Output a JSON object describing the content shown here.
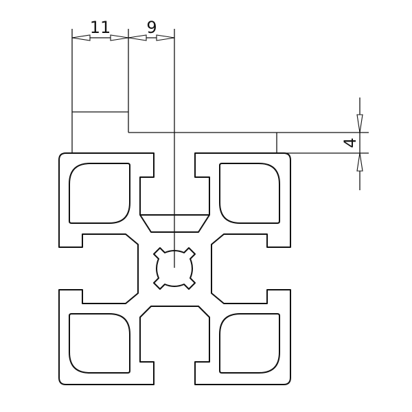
{
  "dimensions": {
    "slot_offset": "11",
    "slot_half_width": "9",
    "plate_thickness": "4"
  },
  "colors": {
    "line": "#111111",
    "background": "#ffffff"
  }
}
